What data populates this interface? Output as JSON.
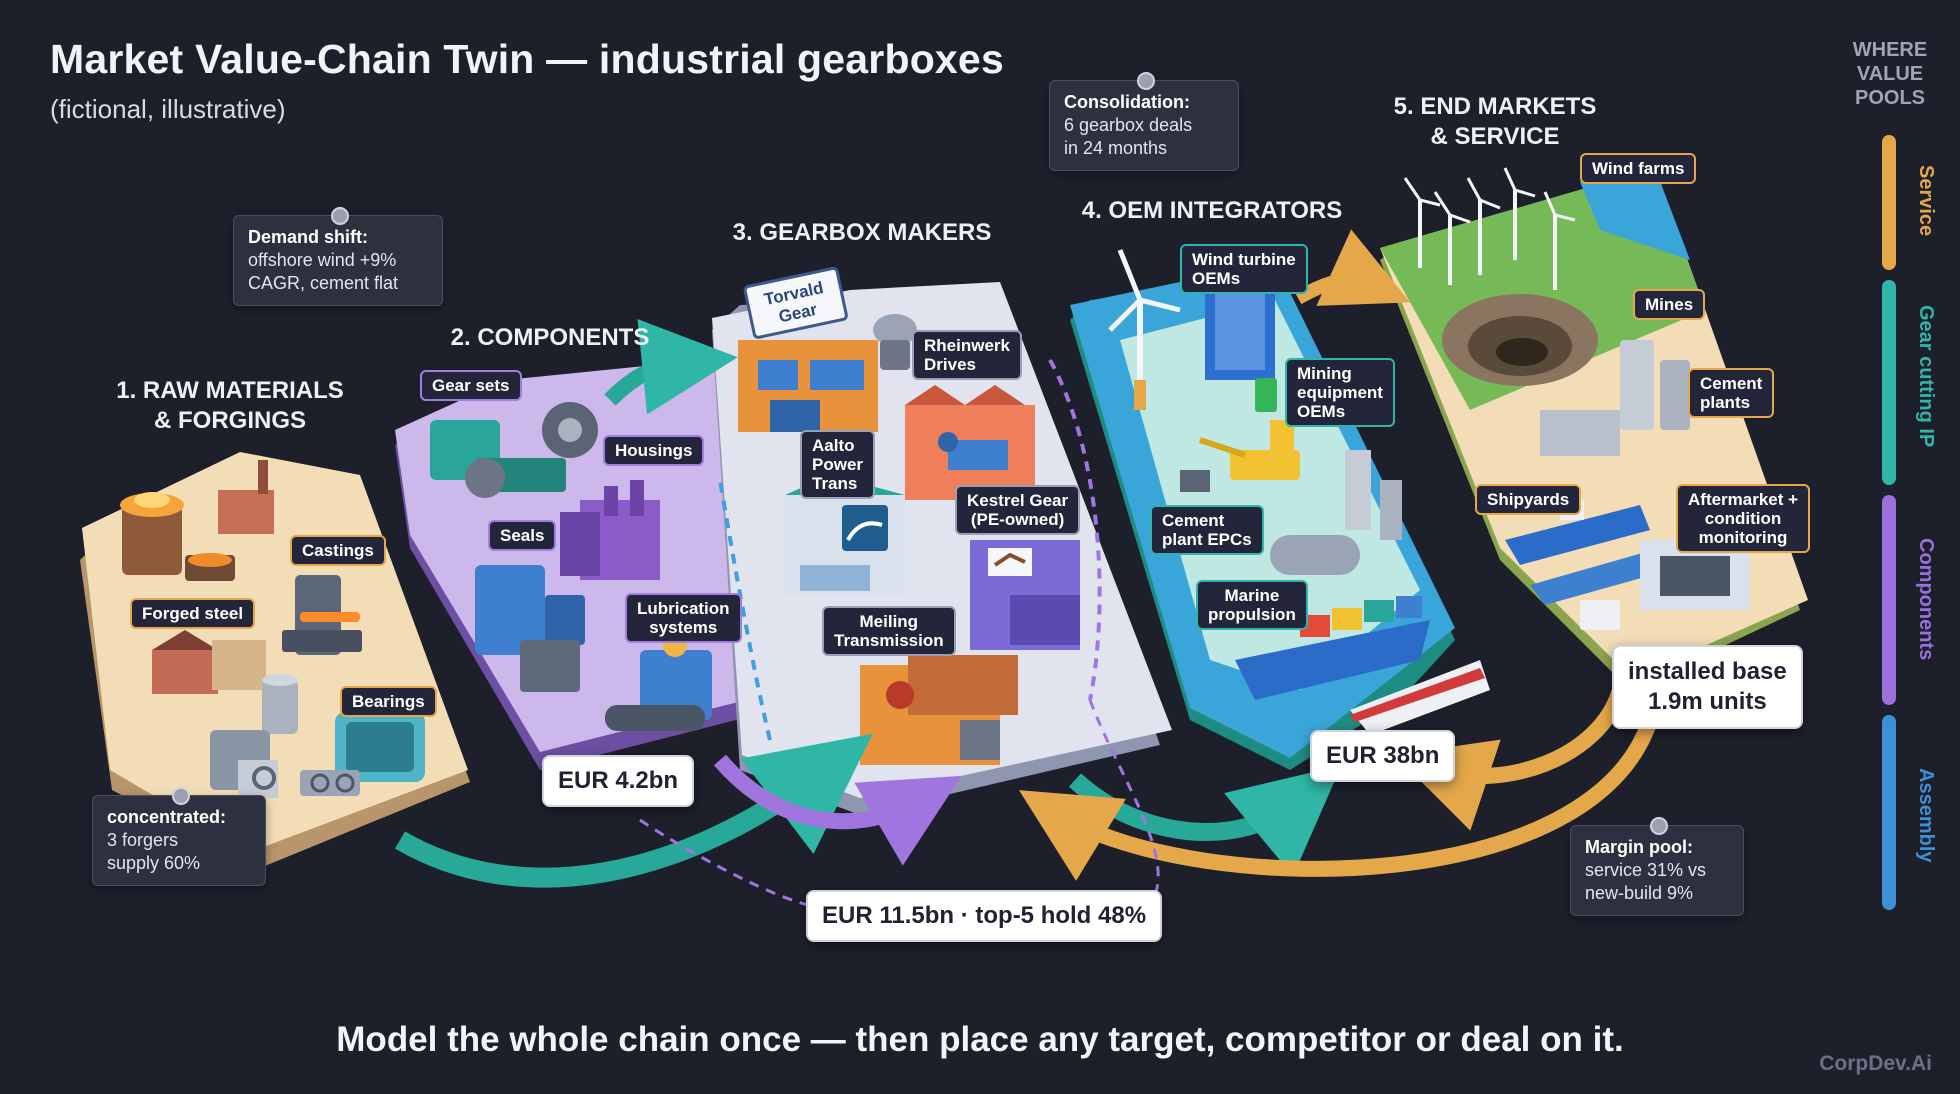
{
  "header": {
    "title": "Market Value-Chain Twin — industrial gearboxes",
    "subtitle": "(fictional, illustrative)"
  },
  "stages": [
    {
      "title_line1": "1. RAW MATERIALS",
      "title_line2": "& FORGINGS"
    },
    {
      "title_line1": "2. COMPONENTS"
    },
    {
      "title_line1": "3. GEARBOX MAKERS"
    },
    {
      "title_line1": "4. OEM INTEGRATORS"
    },
    {
      "title_line1": "5. END MARKETS",
      "title_line2": "& SERVICE"
    }
  ],
  "tags": {
    "castings": "Castings",
    "forged_steel": "Forged steel",
    "bearings": "Bearings",
    "gear_sets": "Gear sets",
    "housings": "Housings",
    "seals": "Seals",
    "lubrication_1": "Lubrication",
    "lubrication_2": "systems",
    "torvald_1": "Torvald",
    "torvald_2": "Gear",
    "rheinwerk_1": "Rheinwerk",
    "rheinwerk_2": "Drives",
    "aalto_1": "Aalto",
    "aalto_2": "Power",
    "aalto_3": "Trans",
    "kestrel_1": "Kestrel Gear",
    "kestrel_2": "(PE-owned)",
    "meiling_1": "Meiling",
    "meiling_2": "Transmission",
    "wind_oem_1": "Wind turbine",
    "wind_oem_2": "OEMs",
    "mining_oem_1": "Mining",
    "mining_oem_2": "equipment",
    "mining_oem_3": "OEMs",
    "cement_epc_1": "Cement",
    "cement_epc_2": "plant EPCs",
    "marine_1": "Marine",
    "marine_2": "propulsion",
    "wind_farms": "Wind farms",
    "mines": "Mines",
    "cement_plants_1": "Cement",
    "cement_plants_2": "plants",
    "shipyards": "Shipyards",
    "aftermarket_1": "Aftermarket +",
    "aftermarket_2": "condition",
    "aftermarket_3": "monitoring"
  },
  "notes": {
    "demand_title": "Demand shift:",
    "demand_line1": "offshore wind +9%",
    "demand_line2": "CAGR, cement flat",
    "consolidation_title": "Consolidation:",
    "consolidation_line1": "6 gearbox deals",
    "consolidation_line2": "in 24 months",
    "concentrated_title": "concentrated:",
    "concentrated_line1": "3 forgers",
    "concentrated_line2": "supply 60%",
    "margin_title": "Margin pool:",
    "margin_line1": "service 31% vs",
    "margin_line2": "new-build 9%"
  },
  "values": {
    "components": "EUR 4.2bn",
    "gearbox": "EUR 11.5bn · top-5 hold 48%",
    "oem": "EUR 38bn",
    "installed_1": "installed base",
    "installed_2": "1.9m units"
  },
  "value_pools": {
    "title_line1": "WHERE",
    "title_line2": "VALUE",
    "title_line3": "POOLS",
    "items": [
      {
        "label": "Service",
        "color": "#e4a84a"
      },
      {
        "label": "Gear cutting IP",
        "color": "#2fb6a6"
      },
      {
        "label": "Components",
        "color": "#9b6fdc"
      },
      {
        "label": "Assembly",
        "color": "#3f8fd6"
      }
    ]
  },
  "footer": "Model the whole chain once — then place any target, competitor or deal on it.",
  "brand": "CorpDev.Ai"
}
